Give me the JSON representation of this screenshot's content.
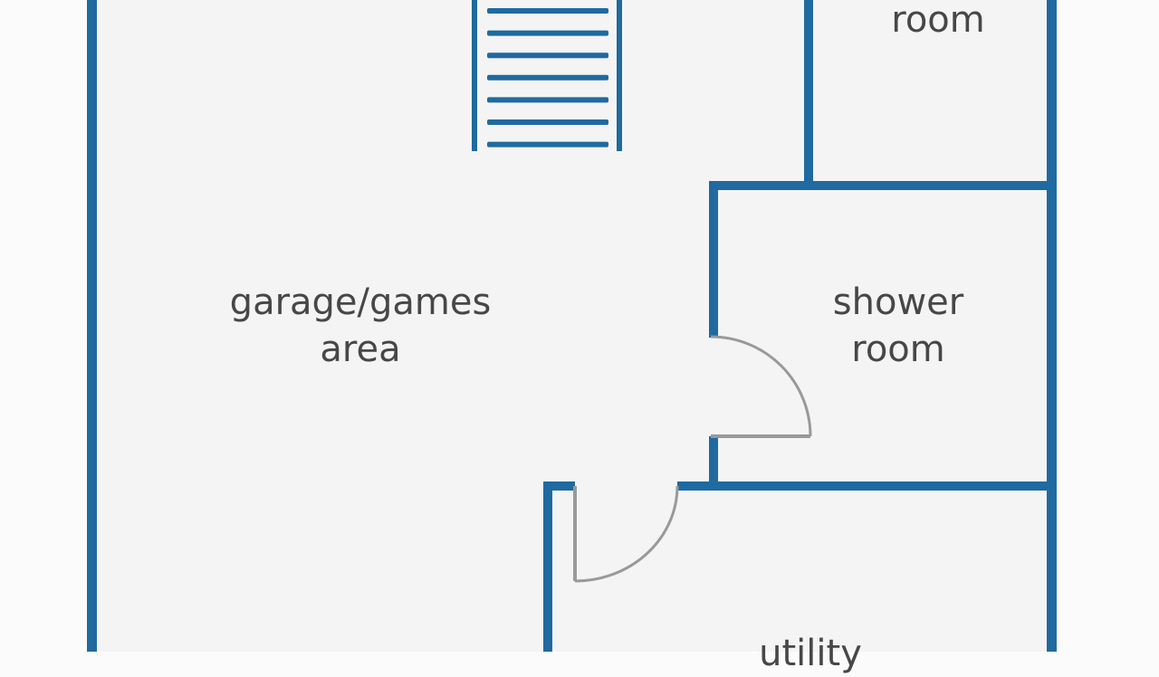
{
  "colors": {
    "wall": "#1f6aa0",
    "door": "#999999",
    "floor": "#f4f4f4",
    "text": "#474747"
  },
  "rooms": {
    "top_room": {
      "line2": "room"
    },
    "garage": {
      "line1": "garage/games",
      "line2": "area"
    },
    "shower": {
      "line1": "shower",
      "line2": "room"
    },
    "utility": {
      "line1": "utility"
    }
  },
  "stairs": {
    "tread_count": 7
  }
}
